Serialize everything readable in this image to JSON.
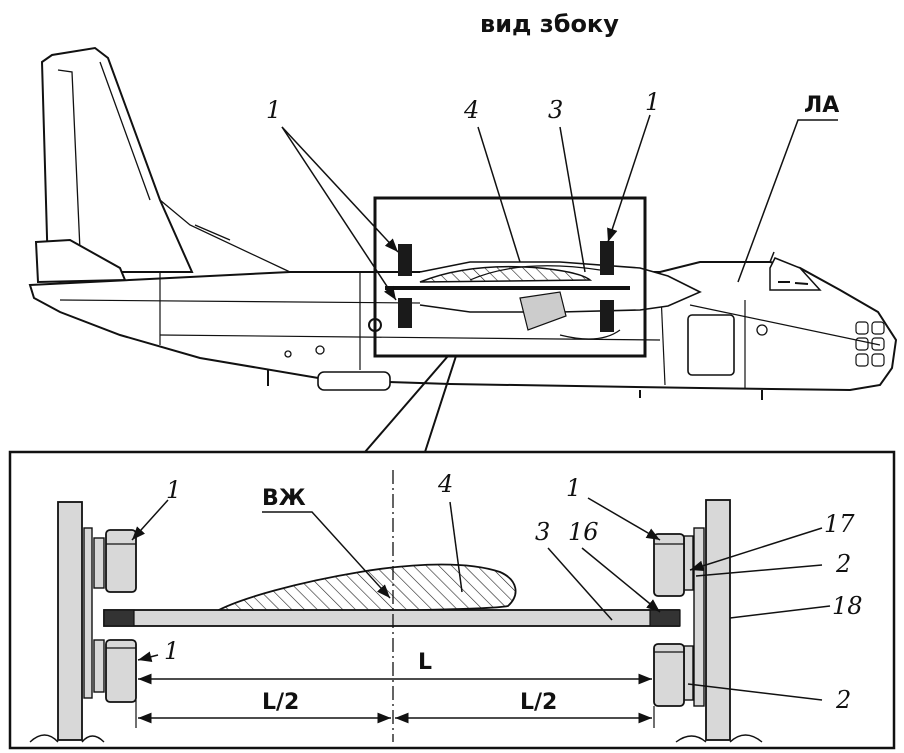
{
  "title": "вид збоку",
  "top_labels": {
    "callout_1_left": "1",
    "callout_4": "4",
    "callout_3": "3",
    "callout_1_right": "1",
    "aircraft": "ЛА"
  },
  "detail_labels": {
    "callout_1_upper_left": "1",
    "callout_1_lower_left": "1",
    "cg": "ВЖ",
    "callout_4": "4",
    "callout_3": "3",
    "callout_16": "16",
    "callout_1_right": "1",
    "callout_17": "17",
    "callout_2_upper": "2",
    "callout_18": "18",
    "callout_2_lower": "2",
    "span": "L",
    "half_left": "L/2",
    "half_right": "L/2"
  },
  "colors": {
    "ink": "#111111",
    "fill_light": "#d8d8d8",
    "fill_dark": "#1a1a1a",
    "hatch": "#222222"
  }
}
